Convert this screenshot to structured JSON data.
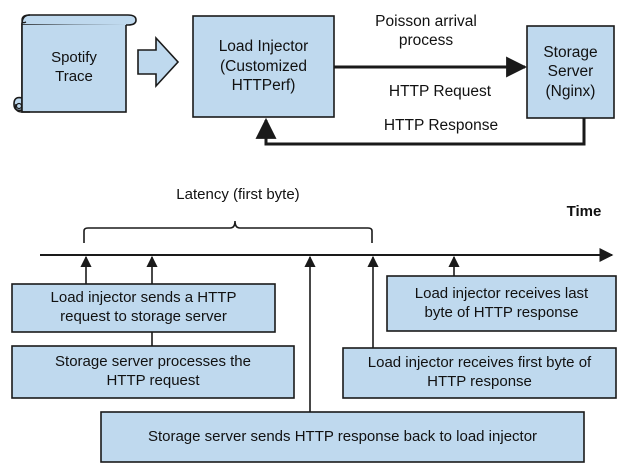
{
  "colors": {
    "box_fill": "#bfd9ee",
    "stroke": "#1a1a1a",
    "background": "#ffffff"
  },
  "top_diagram": {
    "trace_label": "Spotify\nTrace",
    "injector_label": "Load Injector\n(Customized\nHTTPerf)",
    "server_label": "Storage\nServer\n(Nginx)",
    "arrival_label": "Poisson arrival\nprocess",
    "request_label": "HTTP Request",
    "response_label": "HTTP Response"
  },
  "timeline": {
    "latency_label": "Latency (first byte)",
    "time_label": "Time",
    "events": {
      "send_request": "Load injector sends a HTTP\nrequest to storage server",
      "process_request": "Storage server processes the\nHTTP request",
      "send_response": "Storage server sends HTTP response back to load injector",
      "first_byte": "Load injector receives first byte of\nHTTP response",
      "last_byte": "Load injector receives last\nbyte of HTTP response"
    }
  }
}
